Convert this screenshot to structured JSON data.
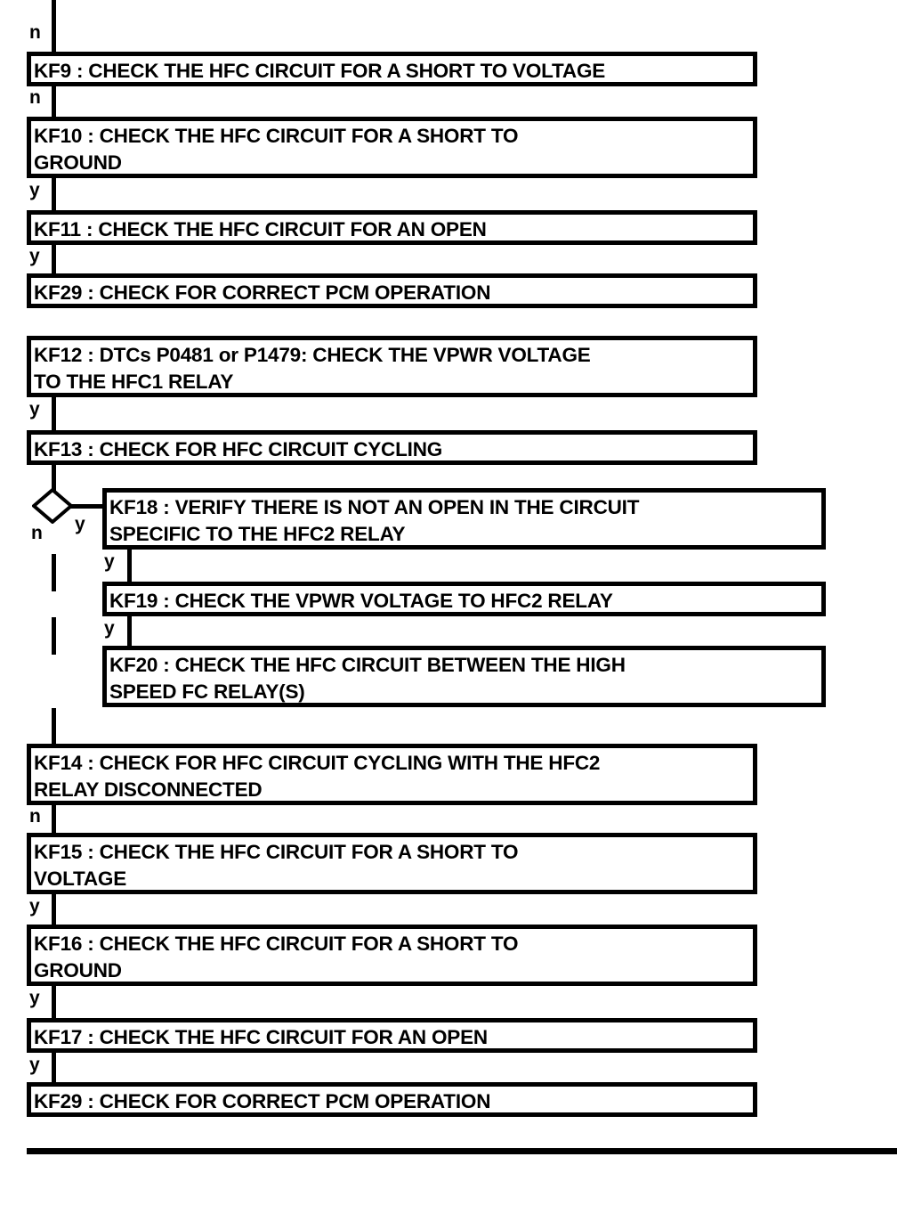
{
  "diagram": {
    "type": "flowchart",
    "title": "HFC circuit diagnostic pinpoint test flow",
    "stroke_color": "#000000",
    "background_color": "#ffffff",
    "nodes": [
      {
        "id": "KF9",
        "shape": "process",
        "text": "KF9 : CHECK THE HFC CIRCUIT FOR A SHORT TO VOLTAGE"
      },
      {
        "id": "KF10",
        "shape": "process",
        "text": "KF10 : CHECK THE HFC CIRCUIT FOR A SHORT TO\nGROUND"
      },
      {
        "id": "KF11",
        "shape": "process",
        "text": "KF11 : CHECK THE HFC CIRCUIT FOR AN OPEN"
      },
      {
        "id": "KF29a",
        "shape": "process",
        "text": "KF29 : CHECK FOR CORRECT PCM OPERATION"
      },
      {
        "id": "KF12",
        "shape": "process",
        "text": "KF12 : DTCs P0481 or P1479: CHECK THE VPWR VOLTAGE\nTO THE HFC1 RELAY"
      },
      {
        "id": "KF13",
        "shape": "process",
        "text": "KF13 : CHECK FOR HFC CIRCUIT CYCLING"
      },
      {
        "id": "D1",
        "shape": "decision",
        "text": ""
      },
      {
        "id": "KF18",
        "shape": "process",
        "text": "KF18 : VERIFY THERE IS NOT AN OPEN IN THE CIRCUIT\nSPECIFIC TO THE HFC2 RELAY"
      },
      {
        "id": "KF19",
        "shape": "process",
        "text": "KF19 : CHECK THE VPWR VOLTAGE TO HFC2 RELAY"
      },
      {
        "id": "KF20",
        "shape": "process",
        "text": "KF20 : CHECK THE HFC CIRCUIT BETWEEN THE HIGH\nSPEED FC RELAY(S)"
      },
      {
        "id": "KF14",
        "shape": "process",
        "text": "KF14 : CHECK FOR HFC CIRCUIT CYCLING WITH THE HFC2\nRELAY DISCONNECTED"
      },
      {
        "id": "KF15",
        "shape": "process",
        "text": "KF15 : CHECK THE HFC CIRCUIT FOR A SHORT TO\nVOLTAGE"
      },
      {
        "id": "KF16",
        "shape": "process",
        "text": "KF16 : CHECK THE HFC CIRCUIT FOR A SHORT TO\nGROUND"
      },
      {
        "id": "KF17",
        "shape": "process",
        "text": "KF17 : CHECK THE HFC CIRCUIT FOR AN OPEN"
      },
      {
        "id": "KF29b",
        "shape": "process",
        "text": "KF29 : CHECK FOR CORRECT PCM OPERATION"
      }
    ],
    "edge_labels": {
      "top_incoming": "n",
      "kf9_to_kf10": "n",
      "kf10_to_kf11": "y",
      "kf11_to_kf29a": "y",
      "kf12_to_kf13": "y",
      "decision_yes": "y",
      "decision_no": "n",
      "kf18_to_kf19": "y",
      "kf19_to_kf20": "y",
      "kf14_to_kf15": "n",
      "kf15_to_kf16": "y",
      "kf16_to_kf17": "y",
      "kf17_to_kf29b": "y"
    }
  }
}
